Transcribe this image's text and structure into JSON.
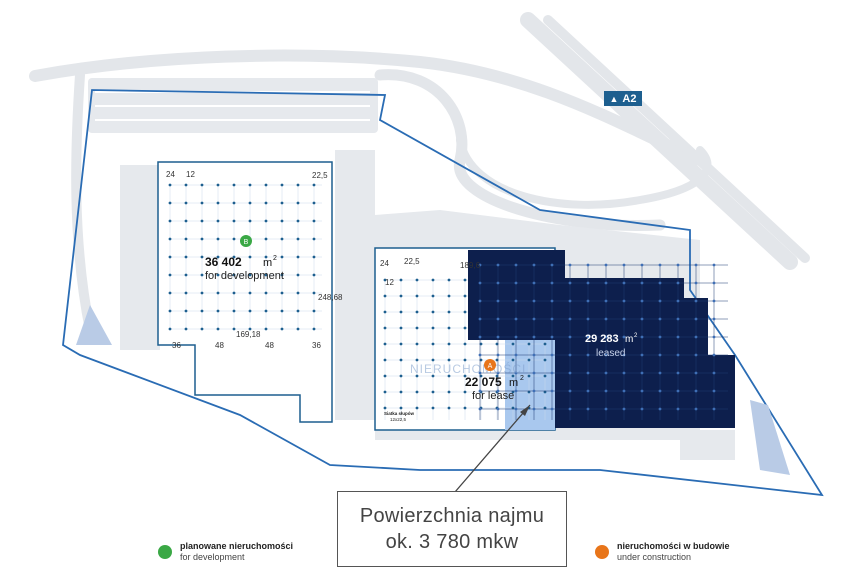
{
  "road_sign": {
    "label": "A2",
    "icon": "motorway-icon"
  },
  "building_b": {
    "marker": "B",
    "area": "36 402",
    "unit": "m",
    "sup": "2",
    "status": "for development",
    "dims": {
      "top1": "24",
      "top2": "12",
      "right_top": "22,5",
      "width": "169,18",
      "height": "248,68",
      "b1": "36",
      "b2": "48",
      "b3": "48",
      "b4": "36"
    }
  },
  "building_a": {
    "marker": "A",
    "area": "22 075",
    "unit": "m",
    "sup": "2",
    "status": "for lease",
    "dims": {
      "top1": "24",
      "top2": "22,5",
      "left": "12",
      "width": "189,6"
    },
    "grid_note1": "Siatka słupów",
    "grid_note2": "12x22,5"
  },
  "building_leased": {
    "area": "29 283",
    "unit": "m",
    "sup": "2",
    "status": "leased"
  },
  "watermark": "NIERUCHOMOŚCI",
  "callout": {
    "line1": "Powierzchnia najmu",
    "line2": "ok. 3 780 mkw"
  },
  "legend": {
    "planned": {
      "title": "planowane nieruchomości",
      "subtitle": "for development",
      "color": "#3aa845"
    },
    "construction": {
      "title": "nieruchomości w budowie",
      "subtitle": "under construction",
      "color": "#e8751a"
    }
  },
  "colors": {
    "outline": "#2a6cb4",
    "leased": "#0d1f4d",
    "highlight": "#a9c8ee",
    "road": "#e3e6ea"
  }
}
